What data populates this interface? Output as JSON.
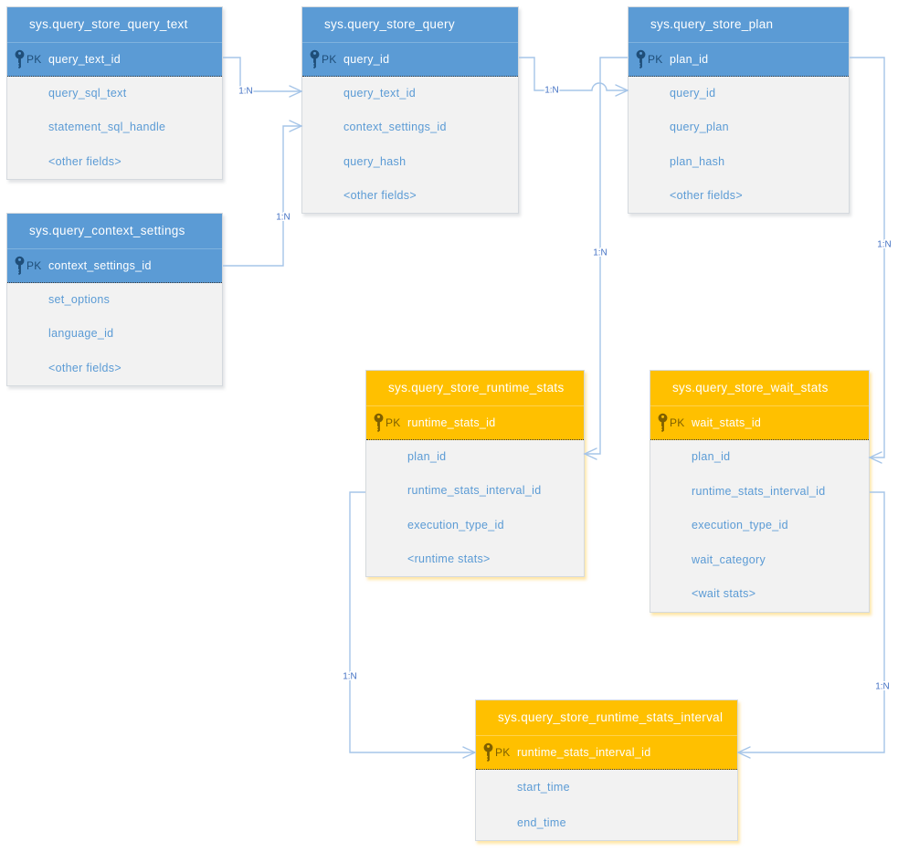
{
  "diagram": {
    "title": "SQL Server Query Store catalog views relationships",
    "colors": {
      "entity_blue": "#5B9BD5",
      "entity_orange": "#FFC000",
      "pk_dark_blue": "#1F4E79",
      "pk_dark_brown": "#7F6000",
      "field_text": "#5B9BD5",
      "connector_line": "#A6C5E8",
      "relation_label": "#4472C4",
      "body_fill": "#F2F2F2"
    },
    "tables": [
      {
        "id": "query_store_query_text",
        "title": "sys.query_store_query_text",
        "theme": "blue",
        "pk_label": "PK",
        "pk_field": "query_text_id",
        "fields": [
          "query_sql_text",
          "statement_sql_handle",
          "<other fields>"
        ]
      },
      {
        "id": "query_store_query",
        "title": "sys.query_store_query",
        "theme": "blue",
        "pk_label": "PK",
        "pk_field": "query_id",
        "fields": [
          "query_text_id",
          "context_settings_id",
          "query_hash",
          "<other fields>"
        ]
      },
      {
        "id": "query_store_plan",
        "title": "sys.query_store_plan",
        "theme": "blue",
        "pk_label": "PK",
        "pk_field": "plan_id",
        "fields": [
          "query_id",
          "query_plan",
          "plan_hash",
          "<other fields>"
        ]
      },
      {
        "id": "query_context_settings",
        "title": "sys.query_context_settings",
        "theme": "blue",
        "pk_label": "PK",
        "pk_field": "context_settings_id",
        "fields": [
          "set_options",
          "language_id",
          "<other fields>"
        ]
      },
      {
        "id": "query_store_runtime_stats",
        "title": "sys.query_store_runtime_stats",
        "theme": "orange",
        "pk_label": "PK",
        "pk_field": "runtime_stats_id",
        "fields": [
          "plan_id",
          "runtime_stats_interval_id",
          "execution_type_id",
          "<runtime stats>"
        ]
      },
      {
        "id": "query_store_wait_stats",
        "title": "sys.query_store_wait_stats",
        "theme": "orange",
        "pk_label": "PK",
        "pk_field": "wait_stats_id",
        "fields": [
          "plan_id",
          "runtime_stats_interval_id",
          "execution_type_id",
          "wait_category",
          "<wait stats>"
        ]
      },
      {
        "id": "query_store_runtime_stats_interval",
        "title": "sys.query_store_runtime_stats_interval",
        "theme": "orange",
        "pk_label": "PK",
        "pk_field": "runtime_stats_interval_id",
        "fields": [
          "start_time",
          "end_time"
        ]
      }
    ],
    "relations": [
      {
        "label": "1:N",
        "from": "sys.query_store_query_text.query_text_id",
        "to": "sys.query_store_query.query_text_id"
      },
      {
        "label": "1:N",
        "from": "sys.query_context_settings.context_settings_id",
        "to": "sys.query_store_query.context_settings_id"
      },
      {
        "label": "1:N",
        "from": "sys.query_store_query.query_id",
        "to": "sys.query_store_plan.query_id"
      },
      {
        "label": "1:N",
        "from": "sys.query_store_plan.plan_id",
        "to": "sys.query_store_runtime_stats.plan_id"
      },
      {
        "label": "1:N",
        "from": "sys.query_store_plan.plan_id",
        "to": "sys.query_store_wait_stats.plan_id"
      },
      {
        "label": "1:N",
        "from": "sys.query_store_runtime_stats.runtime_stats_interval_id",
        "to": "sys.query_store_runtime_stats_interval.runtime_stats_interval_id"
      },
      {
        "label": "1:N",
        "from": "sys.query_store_wait_stats.runtime_stats_interval_id",
        "to": "sys.query_store_runtime_stats_interval.runtime_stats_interval_id"
      }
    ]
  }
}
